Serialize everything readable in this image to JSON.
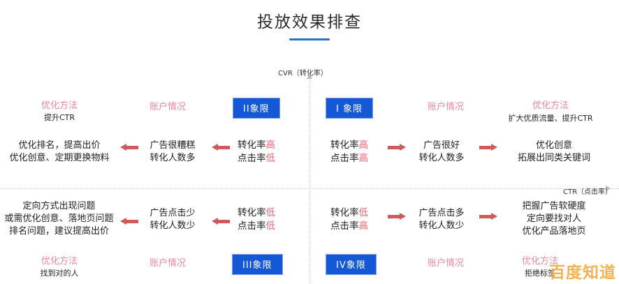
{
  "page": {
    "title": "投放效果排查",
    "watermark": "百度知道"
  },
  "axes": {
    "vertical_label": "CVR（转化率）",
    "horizontal_label": "CTR（点击率）"
  },
  "colors": {
    "title_underline": "#2f6fc4",
    "badge_background": "#1558d6",
    "badge_text": "#ffffff",
    "pink_heading": "#e8899a",
    "emphasis_red": "#e8636f",
    "arrow": "#cf5a5a",
    "watermark": "#f2a93b"
  },
  "quadrants": {
    "q2": {
      "badge": "II象限",
      "method_heading": "优化方法",
      "method_sub": "提升CTR",
      "account_heading": "账户情况",
      "rate_lines": [
        {
          "label": "转化率",
          "value": "高"
        },
        {
          "label": "点击率",
          "value": "低"
        }
      ],
      "account_lines": [
        "广告很糟糕",
        "转化人数多"
      ],
      "method_lines": [
        "优化排名，提高出价",
        "优化创意、定期更换物料"
      ]
    },
    "q1": {
      "badge": "I 象限",
      "method_heading": "优化方法",
      "method_sub": "扩大优质流量、提升CTR",
      "account_heading": "账户情况",
      "rate_lines": [
        {
          "label": "转化率",
          "value": "高"
        },
        {
          "label": "点击率",
          "value": "高"
        }
      ],
      "account_lines": [
        "广告很好",
        "转化人数多"
      ],
      "method_lines": [
        "优化创意",
        "拓展出同类关键词"
      ]
    },
    "q3": {
      "badge": "III象限",
      "method_heading": "优化方法",
      "method_sub": "找到对的人",
      "account_heading": "账户情况",
      "rate_lines": [
        {
          "label": "转化率",
          "value": "低"
        },
        {
          "label": "点击率",
          "value": "低"
        }
      ],
      "account_lines": [
        "广告点击少",
        "转化人数少"
      ],
      "method_lines": [
        "定向方式出现问题",
        "或需优化创意、落地页问题",
        "排名问题，建议提高出价"
      ]
    },
    "q4": {
      "badge": "IV象限",
      "method_heading": "优化方法",
      "method_sub": "拒绝标签",
      "account_heading": "账户情况",
      "rate_lines": [
        {
          "label": "转化率",
          "value": "低"
        },
        {
          "label": "点击率",
          "value": "高"
        }
      ],
      "account_lines": [
        "广告点击多",
        "转化人数少"
      ],
      "method_lines": [
        "把握广告软硬度",
        "定向要找对人",
        "优化产品落地页"
      ]
    }
  }
}
